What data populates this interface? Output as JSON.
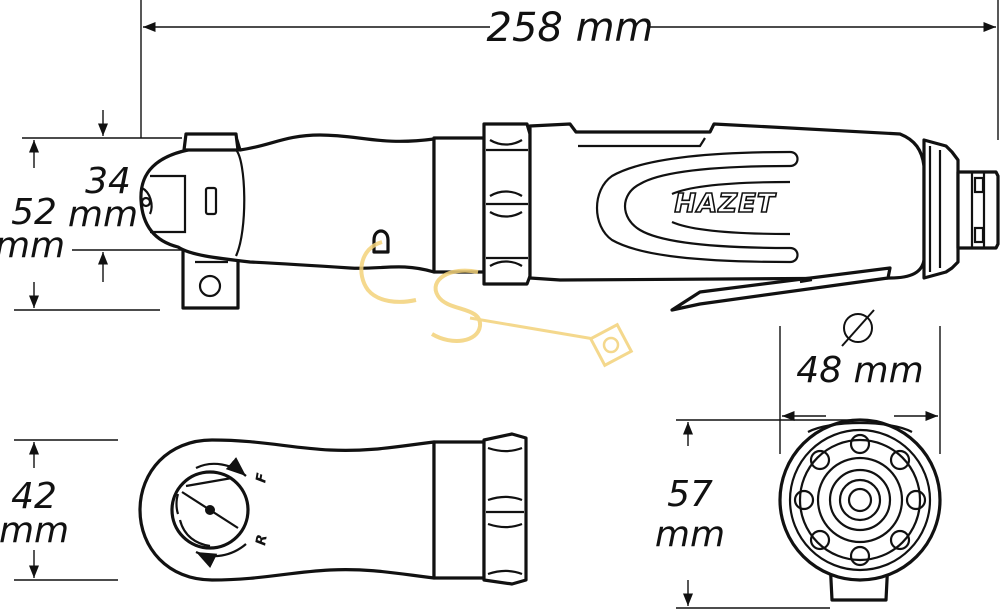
{
  "dimensions": {
    "length": "258 mm",
    "head_thickness": {
      "value": "34",
      "unit": "mm"
    },
    "body_height": {
      "value": "52",
      "unit": "mm"
    },
    "head_width": {
      "value": "42",
      "unit": "mm"
    },
    "grip_diameter_symbol": "⌀",
    "grip_diameter": "48 mm",
    "body_width": {
      "value": "57",
      "unit": "mm"
    }
  },
  "tool": {
    "brand_label": "HAZET"
  },
  "direction_marks": {
    "forward": "F",
    "reverse": "R"
  },
  "colors": {
    "line": "#111111",
    "background": "#ffffff",
    "watermark": "#f3d27a"
  },
  "watermark": {
    "text": "CS"
  }
}
